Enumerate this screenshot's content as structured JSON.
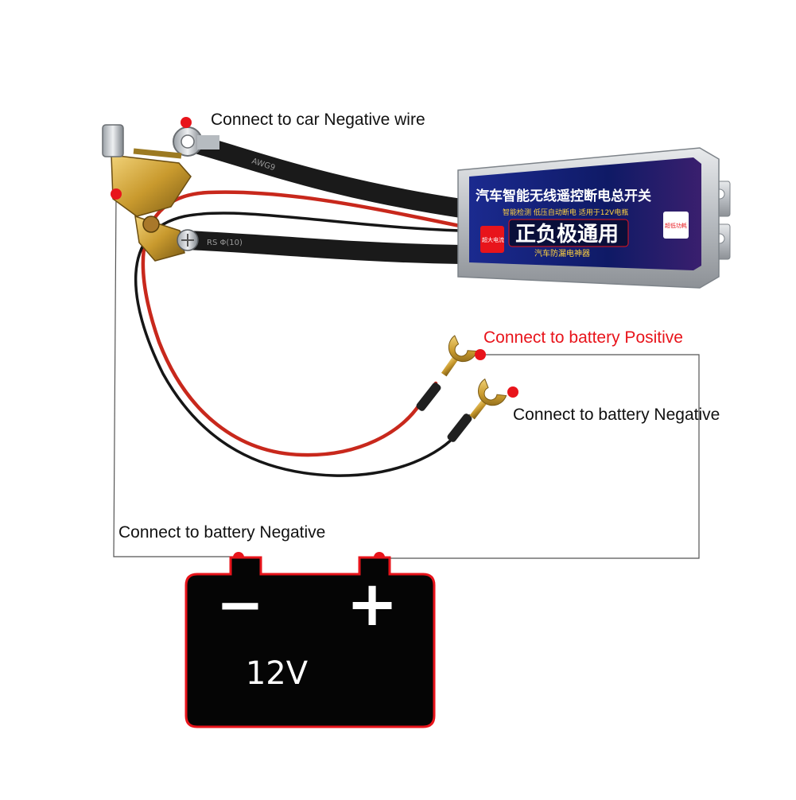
{
  "labels": {
    "car_negative": "Connect to car Negative wire",
    "battery_positive": "Connect to battery Positive",
    "battery_negative_right": "Connect to battery Negative",
    "battery_negative_left": "Connect to battery Negative"
  },
  "module": {
    "title": "汽车智能无线遥控断电总开关",
    "subtitle": "智能检测  低压自动断电  适用于12V电瓶",
    "main_text": "正负极通用",
    "footer_text": "汽车防漏电神器",
    "badge_left": "超大电流",
    "badge_right": "超低功耗"
  },
  "cable_print": {
    "upper": "AWG9",
    "lower": "RS Φ(10)"
  },
  "battery": {
    "voltage": "12V",
    "minus": "−",
    "plus": "+"
  },
  "colors": {
    "dot": "#e8141b",
    "positive_label": "#e8141b",
    "battery_fill": "#050505",
    "battery_border": "#e8141b",
    "red_wire": "#c8281c",
    "black_cable": "#1a1a1a",
    "module_body": "#c4c8cc",
    "brass": "#c99a2e"
  }
}
